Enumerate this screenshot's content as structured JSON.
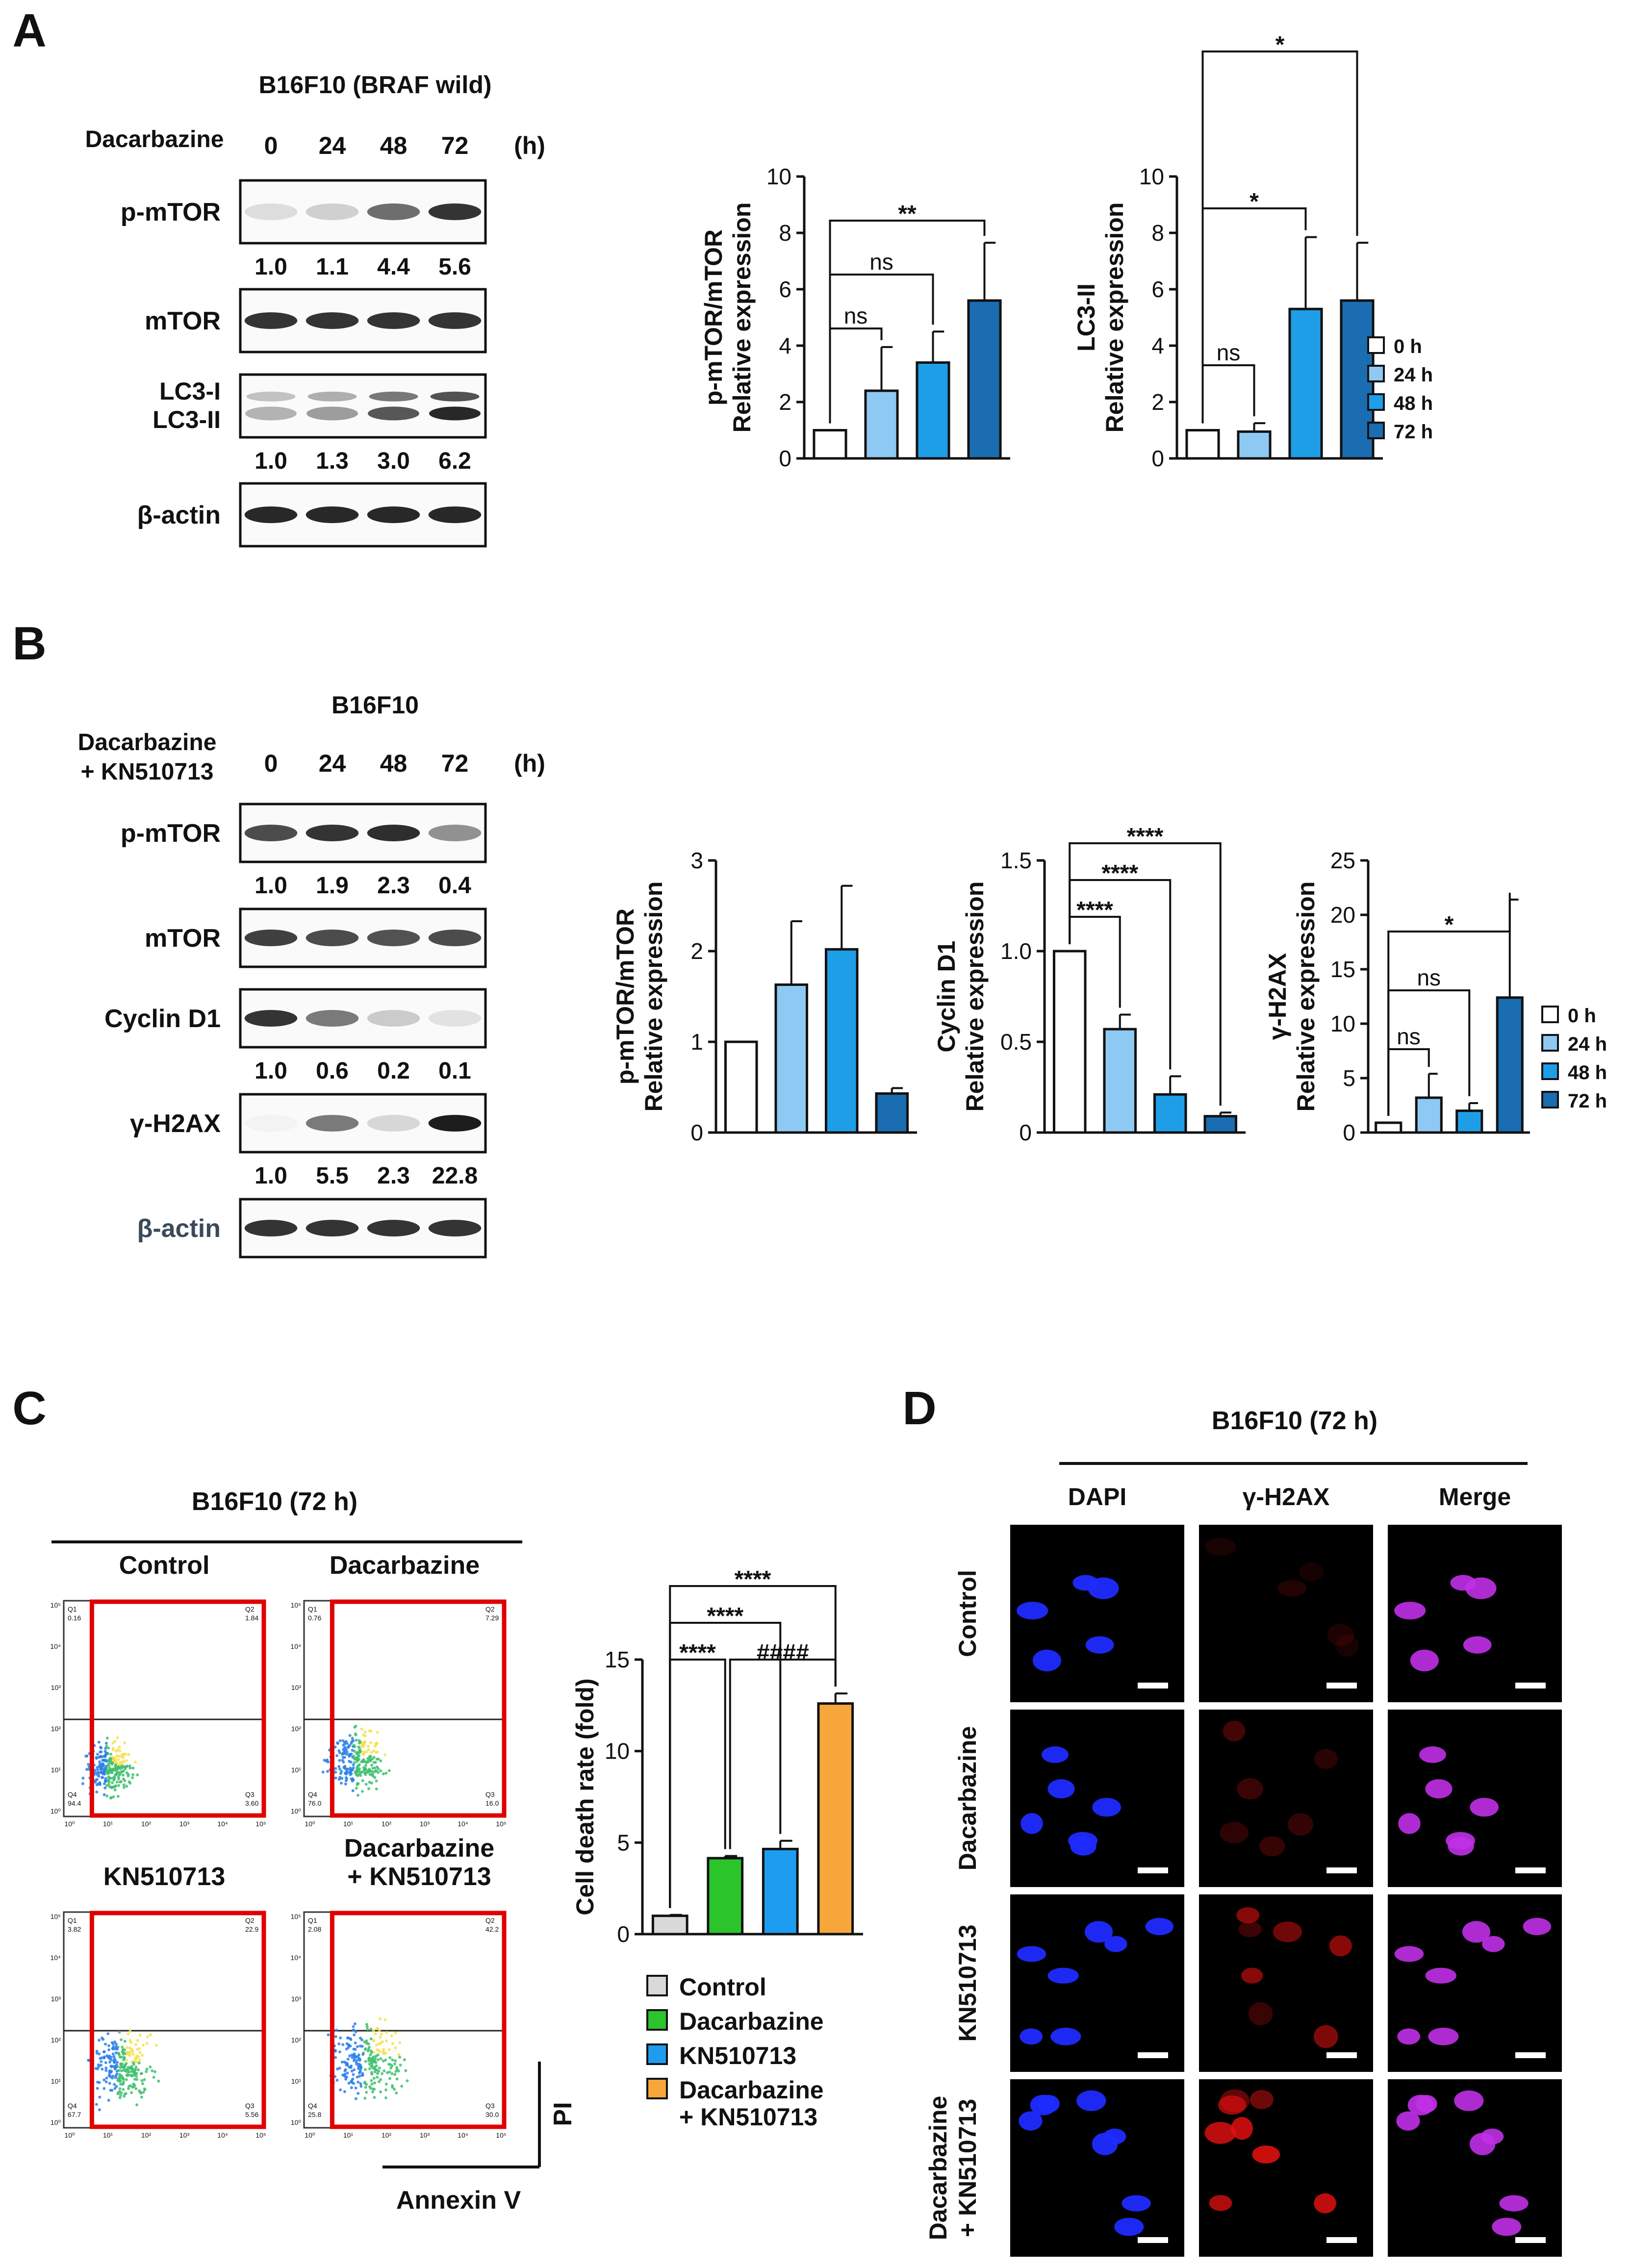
{
  "colors": {
    "t0": "#ffffff",
    "t24": "#8ec9f3",
    "t48": "#1f9ee8",
    "t72": "#1a6db0",
    "control": "#d9d9d9",
    "dacarbazine": "#2bc52b",
    "kn": "#1e9cf0",
    "combo": "#f7a63c",
    "gate": "#e00000",
    "dapi": "#1f2bff",
    "h2ax": "#e81010",
    "merge": "#c030e8"
  },
  "panels": {
    "A": {
      "letter": "A",
      "title": "B16F10 (BRAF wild)",
      "treatment": "Dacarbazine",
      "times": [
        "0",
        "24",
        "48",
        "72"
      ],
      "unit": "(h)",
      "blots": [
        {
          "label": "p-mTOR",
          "values": [
            "1.0",
            "1.1",
            "4.4",
            "5.6"
          ],
          "intensity": [
            0.12,
            0.18,
            0.6,
            0.85
          ]
        },
        {
          "label": "mTOR",
          "values": [],
          "intensity": [
            0.85,
            0.85,
            0.85,
            0.85
          ]
        },
        {
          "label": "LC3-I",
          "label2": "LC3-II",
          "values": [
            "1.0",
            "1.3",
            "3.0",
            "6.2"
          ],
          "intensity": [
            0.3,
            0.4,
            0.7,
            0.9
          ]
        },
        {
          "label": "β-actin",
          "values": [],
          "intensity": [
            0.9,
            0.9,
            0.9,
            0.9
          ]
        }
      ]
    },
    "B": {
      "letter": "B",
      "title": "B16F10",
      "treatment": "Dacarbazine",
      "treatment2": "+ KN510713",
      "times": [
        "0",
        "24",
        "48",
        "72"
      ],
      "unit": "(h)",
      "blots": [
        {
          "label": "p-mTOR",
          "values": [
            "1.0",
            "1.9",
            "2.3",
            "0.4"
          ],
          "intensity": [
            0.75,
            0.85,
            0.88,
            0.45
          ]
        },
        {
          "label": "mTOR",
          "values": [],
          "intensity": [
            0.8,
            0.75,
            0.72,
            0.75
          ]
        },
        {
          "label": "Cyclin D1",
          "values": [
            "1.0",
            "0.6",
            "0.2",
            "0.1"
          ],
          "intensity": [
            0.85,
            0.55,
            0.2,
            0.1
          ]
        },
        {
          "label": "γ-H2AX",
          "values": [
            "1.0",
            "5.5",
            "2.3",
            "22.8"
          ],
          "intensity": [
            0.03,
            0.55,
            0.15,
            0.95
          ]
        },
        {
          "label": "β-actin",
          "values": [],
          "intensity": [
            0.85,
            0.85,
            0.85,
            0.85
          ]
        }
      ]
    },
    "C": {
      "letter": "C",
      "title": "B16F10 (72 h)"
    },
    "D": {
      "letter": "D",
      "title": "B16F10 (72 h)",
      "columns": [
        "DAPI",
        "γ-H2AX",
        "Merge"
      ],
      "rows": [
        "Control",
        "Dacarbazine",
        "KN510713",
        "Dacarbazine\n+ KN510713"
      ]
    }
  },
  "legend_time": [
    "0 h",
    "24 h",
    "48 h",
    "72 h"
  ],
  "flow": {
    "plots": [
      {
        "title": "Control",
        "q1": "0.16",
        "q2": "1.84",
        "q3": "3.60",
        "q4": "94.4",
        "density": 0.2
      },
      {
        "title": "Dacarbazine",
        "q1": "0.76",
        "q2": "7.29",
        "q3": "16.0",
        "q4": "76.0",
        "density": 0.45
      },
      {
        "title": "KN510713",
        "q1": "3.82",
        "q2": "22.9",
        "q3": "5.56",
        "q4": "67.7",
        "density": 0.6
      },
      {
        "title": "Dacarbazine\n+ KN510713",
        "q1": "2.08",
        "q2": "42.2",
        "q3": "30.0",
        "q4": "25.8",
        "density": 0.8
      }
    ],
    "tick_labels": [
      "10⁰",
      "10¹",
      "10²",
      "10³",
      "10⁴",
      "10⁵"
    ],
    "x_axis": "Annexin V",
    "y_axis": "PI"
  },
  "chart_data": [
    {
      "id": "A1",
      "type": "bar",
      "categories": [
        "0 h",
        "24 h",
        "48 h",
        "72 h"
      ],
      "values": [
        1.0,
        2.4,
        3.4,
        5.6
      ],
      "errors": [
        0,
        1.55,
        1.1,
        2.05
      ],
      "ylabel": "p-mTOR/mTOR\nRelative expression",
      "ylim": [
        0,
        10
      ],
      "yticks": [
        0,
        2,
        4,
        6,
        8,
        10
      ],
      "sig": [
        {
          "from": 0,
          "to": 1,
          "label": "ns",
          "level": 1
        },
        {
          "from": 0,
          "to": 2,
          "label": "ns",
          "level": 2
        },
        {
          "from": 0,
          "to": 3,
          "label": "**",
          "level": 3
        }
      ]
    },
    {
      "id": "A2",
      "type": "bar",
      "categories": [
        "0 h",
        "24 h",
        "48 h",
        "72 h"
      ],
      "values": [
        1.0,
        0.95,
        5.3,
        5.6
      ],
      "errors": [
        0,
        0.3,
        2.55,
        2.05
      ],
      "ylabel": "LC3-II\nRelative expression",
      "ylim": [
        0,
        10
      ],
      "yticks": [
        0,
        2,
        4,
        6,
        8,
        10
      ],
      "sig": [
        {
          "from": 0,
          "to": 1,
          "label": "ns",
          "level": 1
        },
        {
          "from": 0,
          "to": 2,
          "label": "*",
          "level": 2
        },
        {
          "from": 0,
          "to": 3,
          "label": "*",
          "level": 3
        }
      ]
    },
    {
      "id": "B1",
      "type": "bar",
      "categories": [
        "0 h",
        "24 h",
        "48 h",
        "72 h"
      ],
      "values": [
        1.0,
        1.63,
        2.02,
        0.43
      ],
      "errors": [
        0,
        0.7,
        0.7,
        0.06
      ],
      "ylabel": "p-mTOR/mTOR\nRelative expression",
      "ylim": [
        0,
        3
      ],
      "yticks": [
        0,
        1,
        2,
        3
      ],
      "sig": []
    },
    {
      "id": "B2",
      "type": "bar",
      "categories": [
        "0 h",
        "24 h",
        "48 h",
        "72 h"
      ],
      "values": [
        1.0,
        0.57,
        0.21,
        0.09
      ],
      "errors": [
        0,
        0.08,
        0.1,
        0.02
      ],
      "ylabel": "Cyclin D1\nRelative expression",
      "ylim": [
        0,
        1.5
      ],
      "yticks": [
        0,
        0.5,
        1.0,
        1.5
      ],
      "ytick_labels": [
        "0",
        "0.5",
        "1.0",
        "1.5"
      ],
      "sig": [
        {
          "from": 0,
          "to": 1,
          "label": "****",
          "level": 1
        },
        {
          "from": 0,
          "to": 2,
          "label": "****",
          "level": 2
        },
        {
          "from": 0,
          "to": 3,
          "label": "****",
          "level": 3
        }
      ]
    },
    {
      "id": "B3",
      "type": "bar",
      "categories": [
        "0 h",
        "24 h",
        "48 h",
        "72 h"
      ],
      "values": [
        0.9,
        3.2,
        2.0,
        12.4
      ],
      "errors": [
        0,
        2.2,
        0.7,
        9.0
      ],
      "ylabel": "γ-H2AX\nRelative expression",
      "ylim": [
        0,
        25
      ],
      "yticks": [
        0,
        5,
        10,
        15,
        20,
        25
      ],
      "sig": [
        {
          "from": 0,
          "to": 1,
          "label": "ns",
          "level": 1
        },
        {
          "from": 0,
          "to": 2,
          "label": "ns",
          "level": 2
        },
        {
          "from": 0,
          "to": 3,
          "label": "*",
          "level": 3
        }
      ]
    },
    {
      "id": "C1",
      "type": "bar",
      "categories": [
        "Control",
        "Dacarbazine",
        "KN510713",
        "Dacarbazine\n+ KN510713"
      ],
      "values": [
        1.0,
        4.15,
        4.65,
        12.6
      ],
      "errors": [
        0.05,
        0.12,
        0.45,
        0.55
      ],
      "ylabel": "Cell death rate (fold)",
      "ylim": [
        0,
        15
      ],
      "yticks": [
        0,
        5,
        10,
        15
      ],
      "sig": [
        {
          "from": 0,
          "to": 1,
          "label": "****",
          "level": 1
        },
        {
          "from": 0,
          "to": 2,
          "label": "****",
          "level": 2
        },
        {
          "from": 0,
          "to": 3,
          "label": "****",
          "level": 3
        },
        {
          "from": 1,
          "to": 3,
          "label": "####",
          "level": 1
        }
      ]
    }
  ]
}
